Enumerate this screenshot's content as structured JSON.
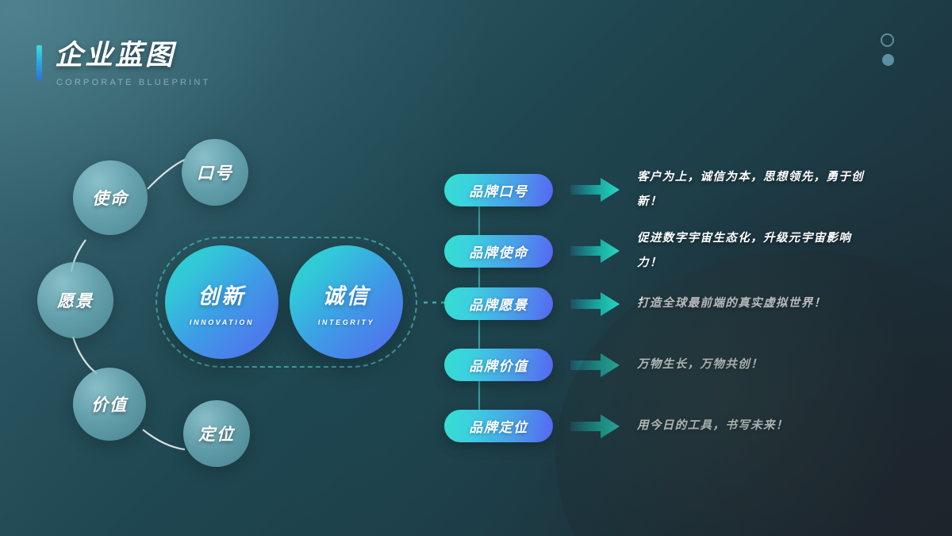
{
  "header": {
    "title_zh": "企业蓝图",
    "title_en": "CORPORATE BLUEPRINT"
  },
  "left_cluster": {
    "nodes": [
      {
        "label": "口号"
      },
      {
        "label": "使命"
      },
      {
        "label": "愿景"
      },
      {
        "label": "价值"
      },
      {
        "label": "定位"
      }
    ],
    "cores": [
      {
        "zh": "创新",
        "en": "INNOVATION"
      },
      {
        "zh": "诚信",
        "en": "INTEGRITY"
      }
    ]
  },
  "right_column": {
    "rows": [
      {
        "pill": "品牌口号",
        "text": "客户为上，诚信为本，思想领先，勇于创新！"
      },
      {
        "pill": "品牌使命",
        "text": "促进数字宇宙生态化，升级元宇宙影响力！"
      },
      {
        "pill": "品牌愿景",
        "text": "打造全球最前端的真实虚拟世界！"
      },
      {
        "pill": "品牌价值",
        "text": "万物生长，万物共创！"
      },
      {
        "pill": "品牌定位",
        "text": "用今日的工具，书写未来！"
      }
    ]
  },
  "colors": {
    "accent_cyan": "#33dfd0",
    "accent_blue": "#5566f2",
    "node_teal": "#71b2be",
    "dashed_teal": "#4abeb4",
    "background_top_left": "#3b6873",
    "background_bottom_right": "#1c2a33",
    "text_white": "#ffffff"
  }
}
